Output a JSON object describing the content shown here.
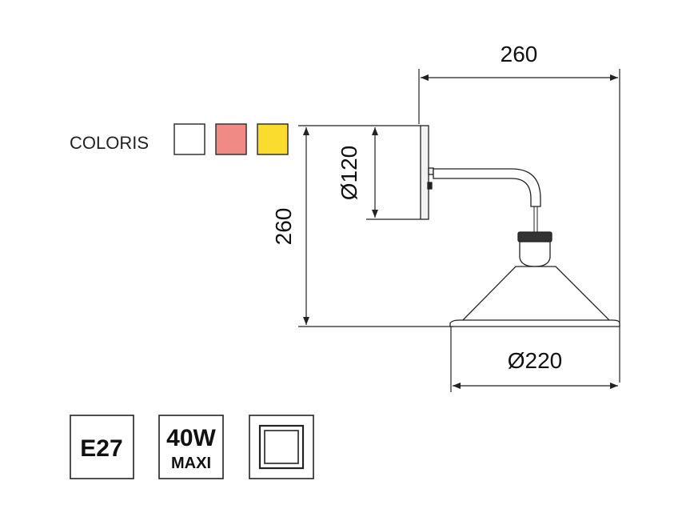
{
  "colors_label": "COLORIS",
  "swatches": [
    {
      "name": "white",
      "color": "#ffffff"
    },
    {
      "name": "pink",
      "color": "#f08a84"
    },
    {
      "name": "yellow",
      "color": "#f9dc2e"
    }
  ],
  "dimensions": {
    "width": "260",
    "height": "260",
    "base_diameter": "Ø120",
    "shade_diameter": "Ø220"
  },
  "badges": {
    "socket": "E27",
    "power": "40W",
    "power_note": "MAXI"
  },
  "line_color": "#222222"
}
